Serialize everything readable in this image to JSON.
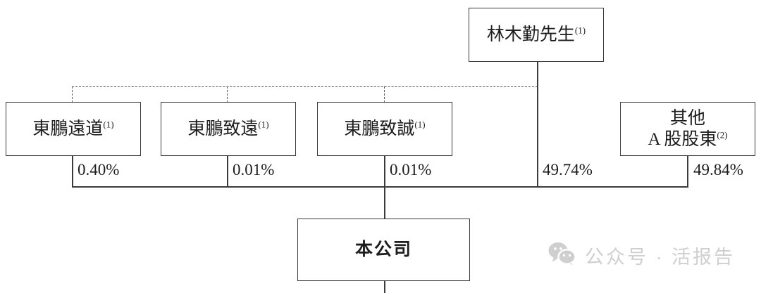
{
  "diagram": {
    "type": "shareholding-structure-chart",
    "nodes": {
      "controller": {
        "name": "林木勤先生",
        "note": "(1)"
      },
      "entity1": {
        "name": "東鵬遠道",
        "note": "(1)"
      },
      "entity2": {
        "name": "東鵬致遠",
        "note": "(1)"
      },
      "entity3": {
        "name": "東鵬致誠",
        "note": "(1)"
      },
      "other_holders": {
        "line1": "其他",
        "line2": "A 股股東",
        "note": "(2)"
      },
      "company": {
        "name": "本公司"
      }
    },
    "percentages": {
      "entity1": "0.40%",
      "entity2": "0.01%",
      "entity3": "0.01%",
      "controller": "49.74%",
      "other_holders": "49.84%"
    }
  },
  "watermark": {
    "icon": "wechat-icon",
    "text": "公众号 · 活报告"
  },
  "colors": {
    "stroke": "#3c3a3a",
    "dashed_stroke": "#5a5a5a",
    "text": "#1d1d1d",
    "watermark": "#cfcfcf",
    "background": "#ffffff"
  }
}
